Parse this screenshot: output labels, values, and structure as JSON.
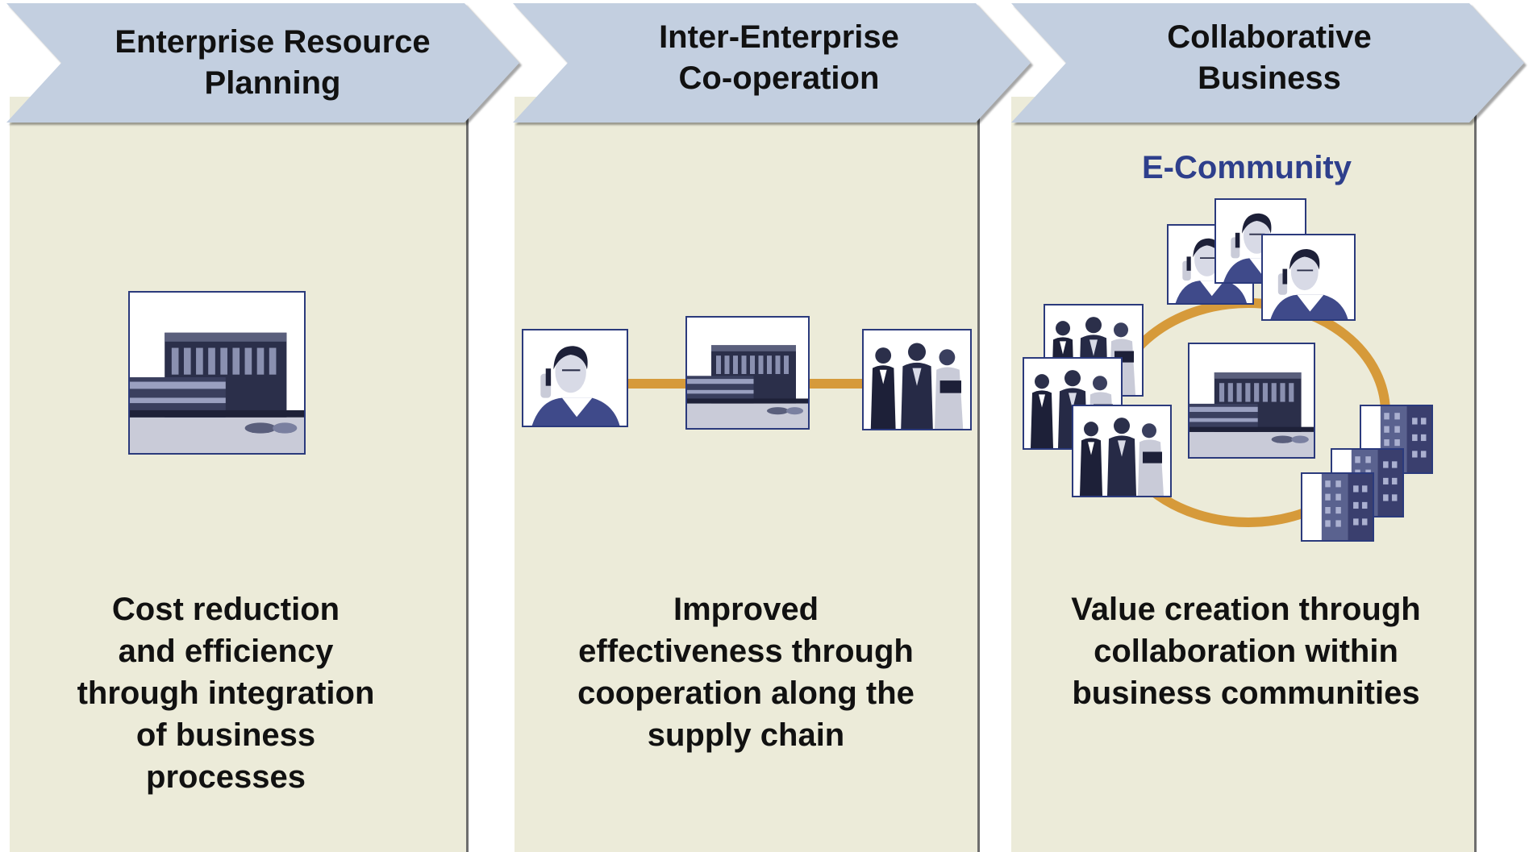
{
  "stages": [
    {
      "title_line1": "Enterprise Resource",
      "title_line2": "Planning",
      "caption_lines": [
        "Cost reduction",
        "and efficiency",
        "through integration",
        "of business",
        "processes"
      ]
    },
    {
      "title_line1": "Inter-Enterprise",
      "title_line2": "Co-operation",
      "caption_lines": [
        "Improved",
        "effectiveness through",
        "cooperation along the",
        "supply chain"
      ]
    },
    {
      "title_line1": "Collaborative",
      "title_line2": "Business",
      "label": "E-Community",
      "caption_lines": [
        "Value creation through",
        "collaboration within",
        "business communities"
      ]
    }
  ],
  "colors": {
    "chevron": "#c3cfe0",
    "panel": "#ecebd9",
    "connector": "#d69a3a",
    "label": "#2e3f8c"
  }
}
